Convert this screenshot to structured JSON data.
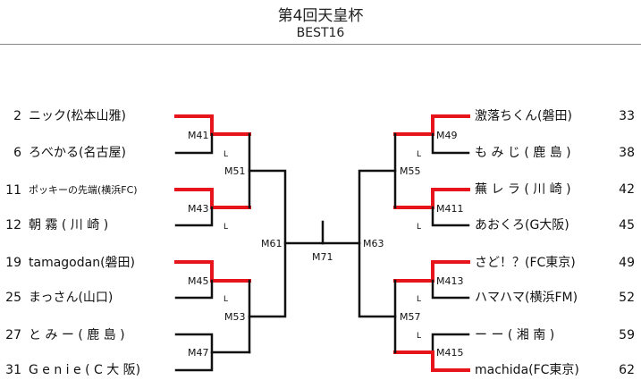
{
  "header": {
    "title": "第4回天皇杯",
    "subtitle": "BEST16"
  },
  "left_players": [
    {
      "seed": "2",
      "name": "ニック(松本山雅)"
    },
    {
      "seed": "6",
      "name": "ろべかる(名古屋)"
    },
    {
      "seed": "11",
      "name": "ポッキーの先端(横浜FC)"
    },
    {
      "seed": "12",
      "name": "朝 霧 ( 川 崎 )"
    },
    {
      "seed": "19",
      "name": "tamagodan(磐田)"
    },
    {
      "seed": "25",
      "name": "まっさん(山口)"
    },
    {
      "seed": "27",
      "name": "と み ー ( 鹿 島 )"
    },
    {
      "seed": "31",
      "name": "G e n i e ( C 大 阪)"
    }
  ],
  "right_players": [
    {
      "seed": "33",
      "name": "激落ちくん(磐田)"
    },
    {
      "seed": "38",
      "name": "も み じ ( 鹿 島 )"
    },
    {
      "seed": "42",
      "name": "蕪 レ ラ ( 川 崎 )"
    },
    {
      "seed": "45",
      "name": "あおくろ(G大阪)"
    },
    {
      "seed": "49",
      "name": "さど！？(FC東京)"
    },
    {
      "seed": "52",
      "name": "ハマハマ(横浜FM)"
    },
    {
      "seed": "59",
      "name": "ー ー ( 湘 南 )"
    },
    {
      "seed": "62",
      "name": "machida(FC東京)"
    }
  ],
  "matches": {
    "M41": "M41",
    "M43": "M43",
    "M45": "M45",
    "M47": "M47",
    "M49": "M49",
    "M411": "M411",
    "M413": "M413",
    "M415": "M415",
    "M51": "M51",
    "M53": "M53",
    "M55": "M55",
    "M57": "M57",
    "M61": "M61",
    "M63": "M63",
    "M71": "M71"
  },
  "loser_mark": "L",
  "colors": {
    "winner": "#e8141b",
    "line": "#111111"
  }
}
